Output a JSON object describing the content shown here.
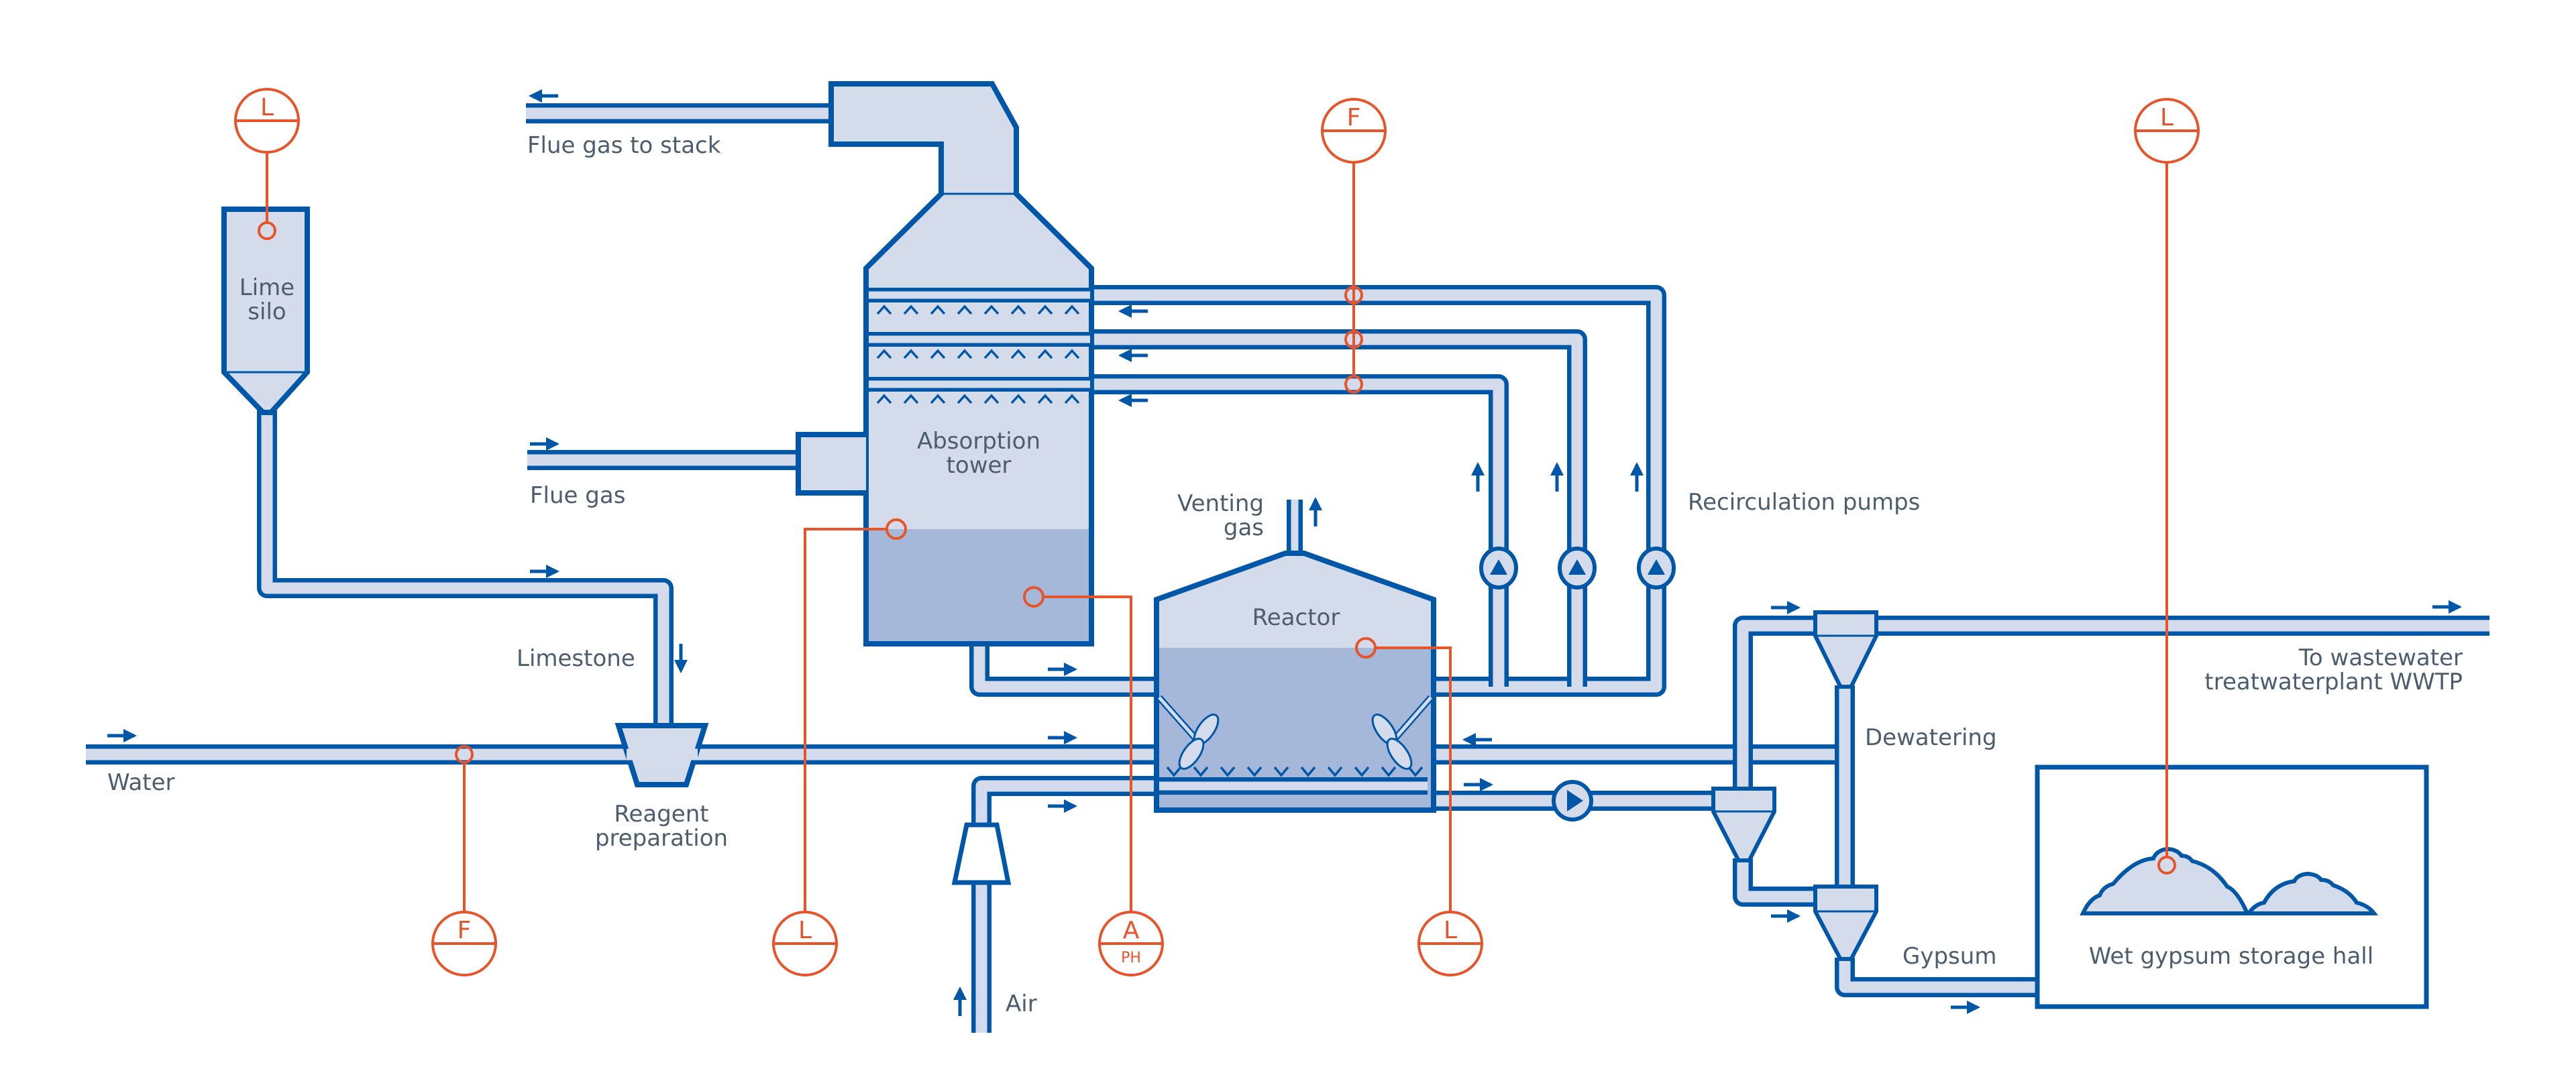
{
  "diagram": {
    "title": "Flue gas desulfurization process flow",
    "colors": {
      "pipe_stroke": "#0057a8",
      "pipe_fill": "#d4dcec",
      "liquid": "#a6b8da",
      "instrument": "#e8542a",
      "label_text": "#4b5d6e"
    },
    "labels": {
      "flue_gas_to_stack": "Flue gas to stack",
      "flue_gas": "Flue gas",
      "lime_silo_line1": "Lime",
      "lime_silo_line2": "silo",
      "absorption_tower_line1": "Absorption",
      "absorption_tower_line2": "tower",
      "venting_gas_line1": "Venting",
      "venting_gas_line2": "gas",
      "reactor": "Reactor",
      "recirculation_pumps": "Recirculation pumps",
      "limestone": "Limestone",
      "water": "Water",
      "reagent_line1": "Reagent",
      "reagent_line2": "preparation",
      "air": "Air",
      "dewatering": "Dewatering",
      "gypsum": "Gypsum",
      "wwtp_line1": "To wastewater",
      "wwtp_line2": "treatwaterplant WWTP",
      "storage_hall": "Wet gypsum storage hall"
    },
    "instruments": [
      {
        "id": "lime-silo-level",
        "letter": "L",
        "sub": "",
        "type": "level"
      },
      {
        "id": "spray-flow",
        "letter": "F",
        "sub": "",
        "type": "flow"
      },
      {
        "id": "storage-level",
        "letter": "L",
        "sub": "",
        "type": "level"
      },
      {
        "id": "water-flow",
        "letter": "F",
        "sub": "",
        "type": "flow"
      },
      {
        "id": "tower-level",
        "letter": "L",
        "sub": "",
        "type": "level"
      },
      {
        "id": "tower-ph",
        "letter": "A",
        "sub": "PH",
        "type": "analyzer"
      },
      {
        "id": "reactor-level",
        "letter": "L",
        "sub": "",
        "type": "level"
      }
    ],
    "spray_levels": 3,
    "nozzles_per_level": 8,
    "recirculation_pump_count": 3,
    "sparger_nozzles": 10
  }
}
